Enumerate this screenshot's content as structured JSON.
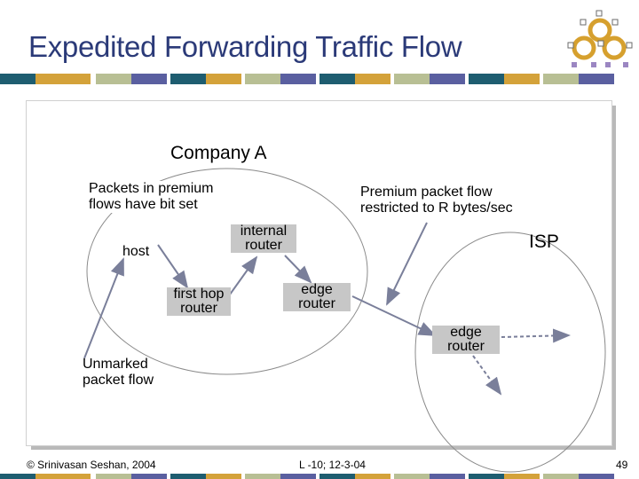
{
  "slide": {
    "title": "Expedited Forwarding Traffic Flow",
    "labels": {
      "company": "Company A",
      "packets_premium": "Packets in premium flows have bit set",
      "host": "host",
      "first_hop_router": "first hop router",
      "internal_router": "internal router",
      "edge_router_company": "edge router",
      "premium_flow": "Premium packet flow restricted to R bytes/sec",
      "isp": "ISP",
      "edge_router_isp": "edge router",
      "unmarked_flow": "Unmarked packet flow"
    },
    "footer": {
      "copyright": "© Srinivasan Seshan, 2004",
      "lecture": "L -10; 12-3-04",
      "page": "49"
    }
  },
  "colors": {
    "title": "#2b3a78",
    "band": [
      "#1e5d70",
      "#d4a23a",
      "#b8bf94",
      "#5a5fa0"
    ],
    "label_box": "#c7c7c7",
    "arrow": "#7a7f9a",
    "ellipse": "#8a8a8a"
  },
  "icons": {
    "logo": "network-node-logo-icon"
  }
}
